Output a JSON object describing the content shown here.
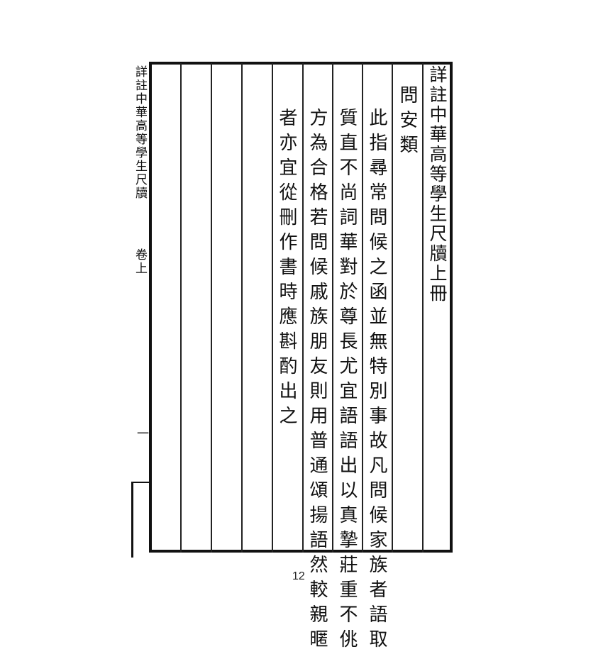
{
  "margin": {
    "book_title": "詳註中華高等學生尺牘",
    "volume": "卷上",
    "leaf_number": "一"
  },
  "page": {
    "title": "詳註中華高等學生尺牘上冊",
    "section": "問安類",
    "lines": [
      "此指尋常問候之函並無特別事故凡問候家族者語取",
      "質直不尚詞華對於尊長尤宜語語出以真摯莊重不佻",
      "方為合格若問候戚族朋友則用普通頌揚語然較親暱",
      "者亦宜從刪作書時應斟酌出之"
    ]
  },
  "footer": {
    "page_number": "12"
  }
}
